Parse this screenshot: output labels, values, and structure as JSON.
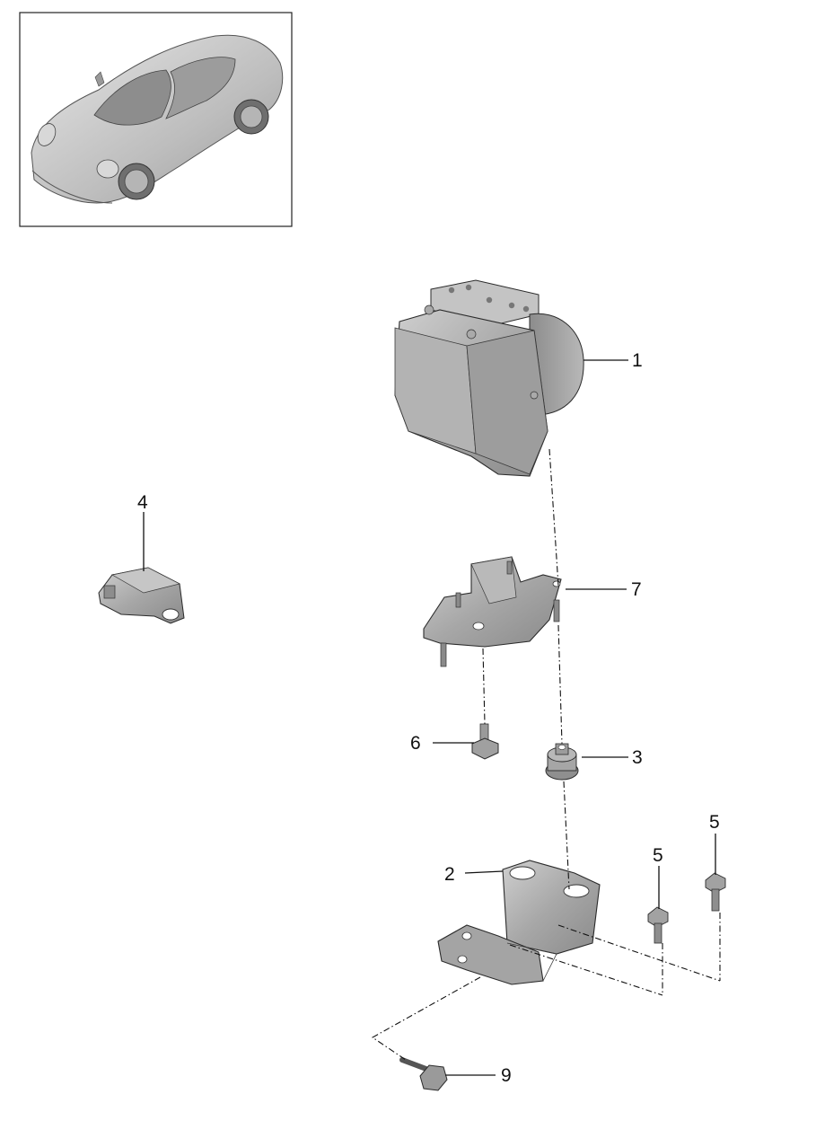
{
  "diagram": {
    "vehicle_thumbnail": {
      "icon": "car-thumbnail-icon"
    },
    "callouts": [
      {
        "id": "1",
        "label": "1",
        "part": "abs-hydraulic-unit"
      },
      {
        "id": "2",
        "label": "2",
        "part": "mounting-bracket"
      },
      {
        "id": "3",
        "label": "3",
        "part": "rubber-mount"
      },
      {
        "id": "4",
        "label": "4",
        "part": "sensor-module"
      },
      {
        "id": "5a",
        "label": "5",
        "part": "bolt"
      },
      {
        "id": "5b",
        "label": "5",
        "part": "bolt"
      },
      {
        "id": "6",
        "label": "6",
        "part": "hex-bolt"
      },
      {
        "id": "7",
        "label": "7",
        "part": "support-bracket"
      },
      {
        "id": "9",
        "label": "9",
        "part": "flange-bolt"
      }
    ],
    "colors": {
      "part_fill": "#a9a9a9",
      "part_light": "#c9c9c9",
      "part_dark": "#7a7a7a",
      "outline": "#2b2b2b",
      "line": "#111111"
    }
  }
}
